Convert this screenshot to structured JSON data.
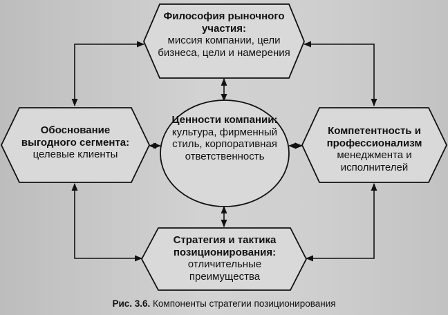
{
  "nodes": {
    "philosophy": {
      "title": "Философия рыночного участия:",
      "body": "миссия компании, цели бизнеса, цели и намерения"
    },
    "segment": {
      "title": "Обоснование выгодного сегмента:",
      "body": "целевые клиенты"
    },
    "values": {
      "title": "Ценности компании:",
      "body": "культура, фирменный стиль, корпоративная ответственность"
    },
    "competence": {
      "title": "Компетентность и профессионализм",
      "body": "менеджмента и исполнителей"
    },
    "strategy": {
      "title": "Стратегия и тактика позиционирования:",
      "body": "отличительные преимущества"
    }
  },
  "caption": {
    "label": "Рис. 3.6.",
    "text": "Компоненты стратегии позиционирования"
  }
}
